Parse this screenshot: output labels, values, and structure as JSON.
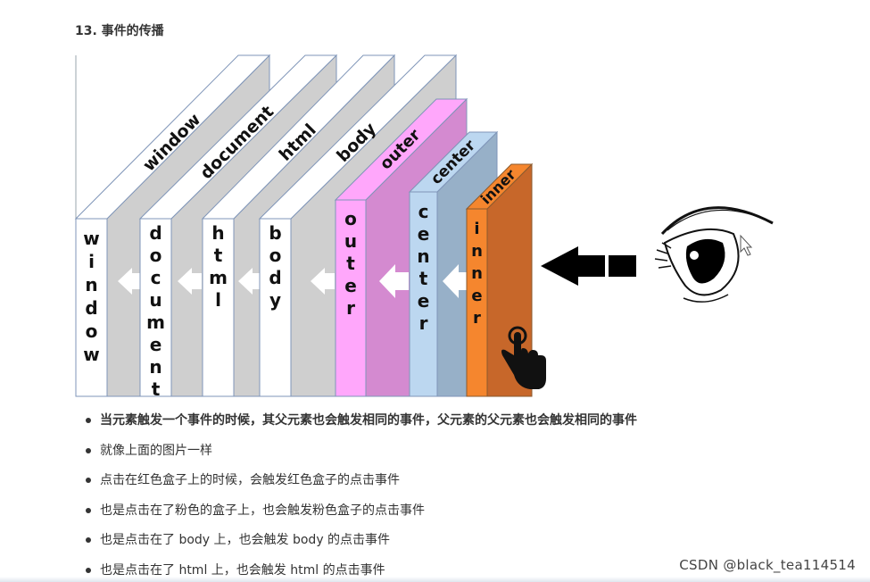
{
  "heading": "13. 事件的传播",
  "diagram": {
    "layers": [
      {
        "id": "window",
        "top_label": "window",
        "side_label": "window"
      },
      {
        "id": "document",
        "top_label": "document",
        "side_label": "document"
      },
      {
        "id": "html",
        "top_label": "html",
        "side_label": "html"
      },
      {
        "id": "body",
        "top_label": "body",
        "side_label": "body"
      },
      {
        "id": "outer",
        "top_label": "outer",
        "side_label": "outer",
        "color": "#ffa7fb"
      },
      {
        "id": "center",
        "top_label": "center",
        "side_label": "center",
        "color": "#bcd7f0"
      },
      {
        "id": "inner",
        "top_label": "inner",
        "side_label": "inner",
        "color": "#f5862e"
      }
    ],
    "colors": {
      "gray_side": "#cfcfcf",
      "outer_front": "#ffa7fb",
      "outer_side": "#d48ad0",
      "center_front": "#bcd7f0",
      "center_side": "#97b0c8",
      "inner_front": "#f5862e",
      "inner_side": "#c7672a"
    }
  },
  "bullets": [
    {
      "text": "当元素触发一个事件的时候，其父元素也会触发相同的事件，父元素的父元素也会触发相同的事件",
      "bold": true
    },
    {
      "text": "就像上面的图片一样",
      "bold": false
    },
    {
      "text": "点击在红色盒子上的时候，会触发红色盒子的点击事件",
      "bold": false
    },
    {
      "text": "也是点击在了粉色的盒子上，也会触发粉色盒子的点击事件",
      "bold": false
    },
    {
      "text": "也是点击在了 body 上，也会触发 body 的点击事件",
      "bold": false
    },
    {
      "text": "也是点击在了 html 上，也会触发 html 的点击事件",
      "bold": false
    }
  ],
  "watermark": "CSDN @black_tea114514"
}
